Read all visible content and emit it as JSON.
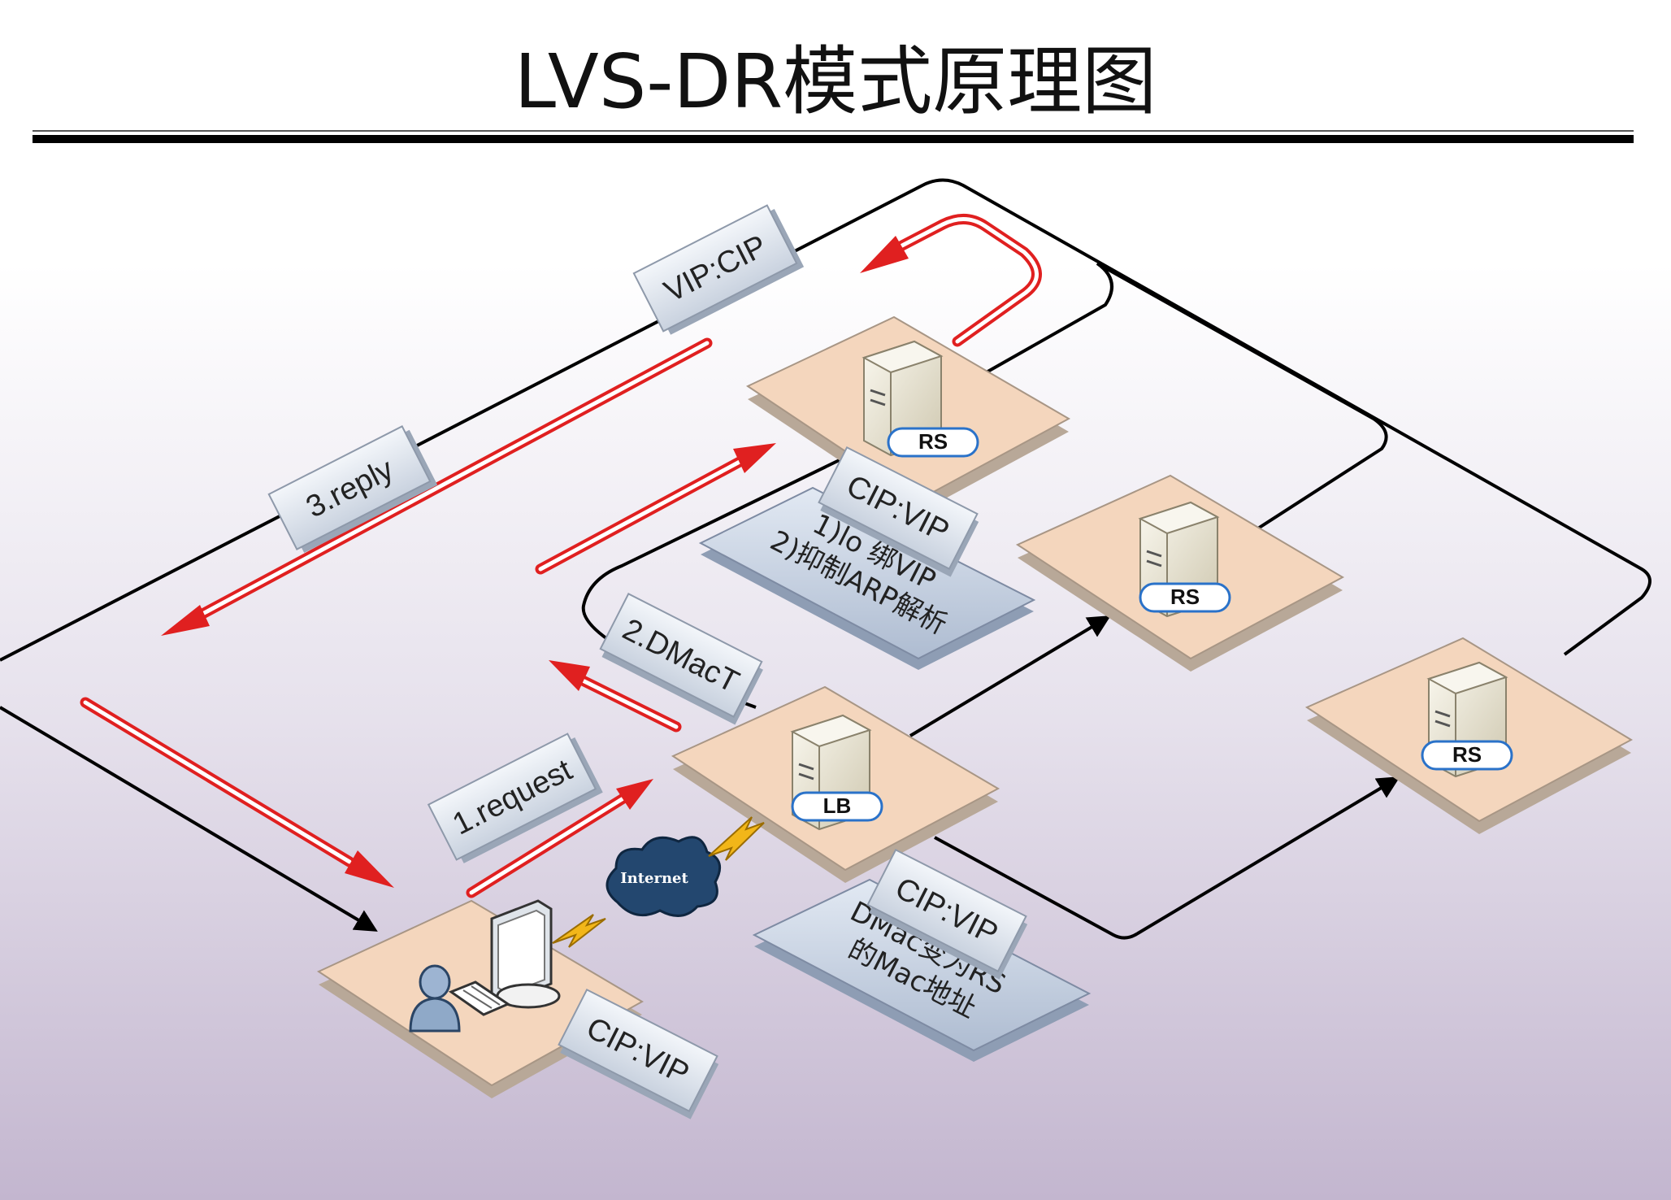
{
  "title": "LVS-DR模式原理图",
  "nodes": {
    "lb": "LB",
    "rs_top": "RS",
    "rs_middle": "RS",
    "rs_right": "RS",
    "internet": "Internet"
  },
  "tags": {
    "vip_cip": "VIP:CIP",
    "reply": "3.reply",
    "cip_vip_rs": "CIP:VIP",
    "dmac": "2.DMacT",
    "request": "1.request",
    "cip_vip_lb": "CIP:VIP",
    "cip_vip_client": "CIP:VIP"
  },
  "notes": {
    "rs_config": [
      "1)lo 绑VIP",
      "2)抑制ARP解析"
    ],
    "lb_action": [
      "DMac变为RS",
      "的Mac地址"
    ]
  },
  "colors": {
    "platform": "#f4d6bd",
    "arrow_red": "#e02020",
    "server_body": "#e9e4d2",
    "label_ring": "#2a72c9",
    "tag_fill": "#e4e9f1",
    "note_fill": "#c6d3e6",
    "cloud": "#23476f"
  },
  "icons": [
    "server-icon",
    "user-icon",
    "monitor-icon",
    "keyboard-icon",
    "lightning-icon",
    "cloud-icon"
  ]
}
